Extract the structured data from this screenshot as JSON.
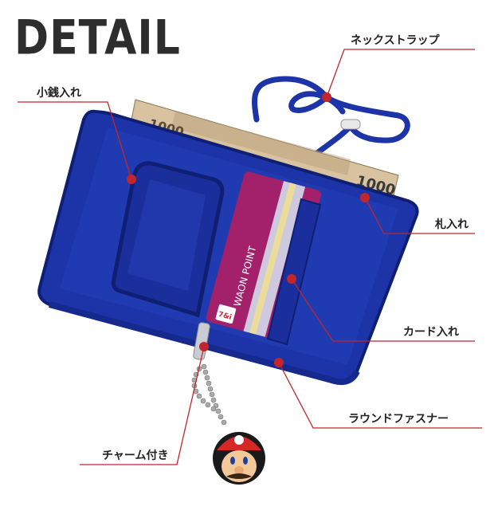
{
  "title": "DETAIL",
  "labels": {
    "neck_strap": "ネックストラップ",
    "coin_pocket": "小銭入れ",
    "bill_pocket": "札入れ",
    "card_pocket": "カード入れ",
    "round_zipper": "ラウンドファスナー",
    "charm": "チャーム付き"
  },
  "card": {
    "text": "WAON POINT",
    "logo": "7&i"
  },
  "banknote": {
    "denomination_top": "1000",
    "denomination_right": "1000"
  },
  "colors": {
    "wallet_blue": "#1d33a8",
    "wallet_dark": "#0f1f74",
    "accent_red": "#c0262b",
    "title_gray": "#2d2d2d",
    "card_magenta": "#a3206a"
  }
}
